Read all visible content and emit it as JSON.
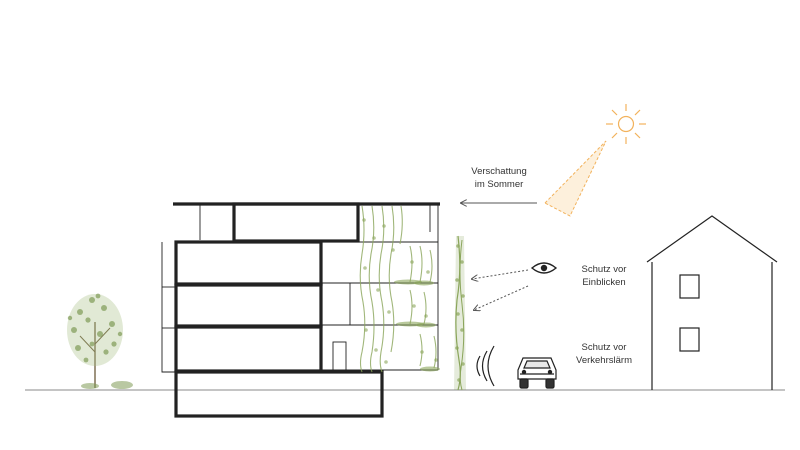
{
  "labels": {
    "shading": {
      "line1": "Verschattung",
      "line2": "im Sommer"
    },
    "privacy": {
      "line1": "Schutz vor",
      "line2": "Einblicken"
    },
    "noise": {
      "line1": "Schutz vor",
      "line2": "Verkehrslärm"
    }
  },
  "icons": {
    "sun": "sun-icon",
    "eye": "eye-icon",
    "sound": "sound-waves-icon",
    "car": "car-icon",
    "tree": "tree-icon",
    "house": "house-icon"
  },
  "colors": {
    "sun": "#f2b25c",
    "beam_fill": "#fbe3bf",
    "greenery": "#8aa55a",
    "line": "#222222",
    "arrow": "#555555",
    "ground": "#888888"
  }
}
